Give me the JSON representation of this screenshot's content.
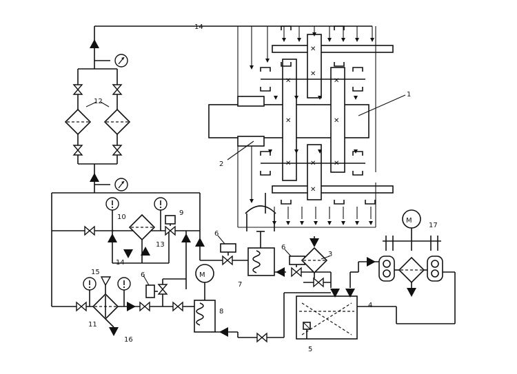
{
  "labels": {
    "l1": "1",
    "l2": "2",
    "l3": "3",
    "l4": "4",
    "l5": "5",
    "l6a": "6",
    "l6b": "6",
    "l6c": "6",
    "l7": "7",
    "l8": "8",
    "l9": "9",
    "l10": "10",
    "l11": "11",
    "l12": "12",
    "l13": "13",
    "l14a": "14",
    "l14b": "14",
    "l15": "15",
    "l16": "16",
    "l17": "17"
  },
  "motor_symbol": "M",
  "icons": [
    "pressure-gauge-icon",
    "valve-icon",
    "filter-icon",
    "pump-icon",
    "motor-icon",
    "heat-exchanger-icon",
    "tank-icon",
    "gear-icon"
  ]
}
